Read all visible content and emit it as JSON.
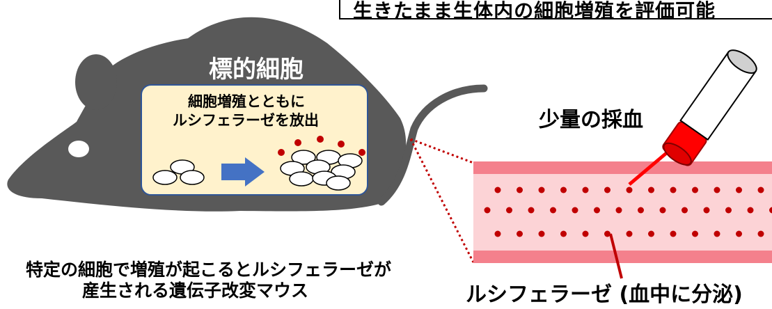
{
  "header": {
    "text": "生きたまま生体内の細胞増殖を評価可能"
  },
  "target_cell": {
    "title": "標的細胞"
  },
  "process_box": {
    "line1": "細胞増殖とともに",
    "line2": "ルシフェラーゼを放出"
  },
  "blood_sampling": {
    "label": "少量の採血"
  },
  "mouse_caption": {
    "line1": "特定の細胞で増殖が起こるとルシフェラーゼが",
    "line2": "産生される遺伝子改変マウス"
  },
  "luciferase_label": {
    "text": "ルシフェラーゼ (血中に分泌)"
  },
  "colors": {
    "mouse": "#595959",
    "box_fill": "#fff2cc",
    "box_border": "#2f5597",
    "arrow": "#4472c4",
    "vessel_wall": "#f4808c",
    "vessel_lumen": "#fcd3d6",
    "dot": "#c00000",
    "syringe_red": "#ff0000"
  }
}
